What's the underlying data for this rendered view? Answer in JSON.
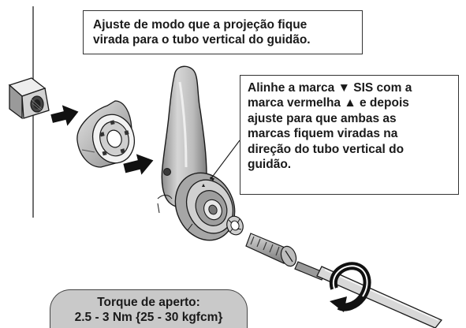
{
  "callouts": {
    "orientation_note": [
      "Ajuste de modo que a projeção fique",
      "virada para o tubo vertical do guidão."
    ],
    "alignment_note": [
      "Alinhe a marca ▼ SIS com a",
      "marca vermelha ▲ e depois",
      "ajuste para que ambas as",
      "marcas fiquem viradas na",
      "direção do tubo vertical do",
      "guidão."
    ]
  },
  "torque": {
    "label": "Torque de aperto:",
    "value": "2.5 - 3 Nm {25 - 30 kgfcm}"
  },
  "colors": {
    "part_fill": "#c4c4c4",
    "part_dark": "#6e6e6e",
    "outline": "#1a1a1a",
    "arrow": "#111111",
    "badge": "#c9c9c9"
  },
  "icons": [
    "arrow-right-icon",
    "screwdriver-icon",
    "rotation-arrow-icon"
  ]
}
